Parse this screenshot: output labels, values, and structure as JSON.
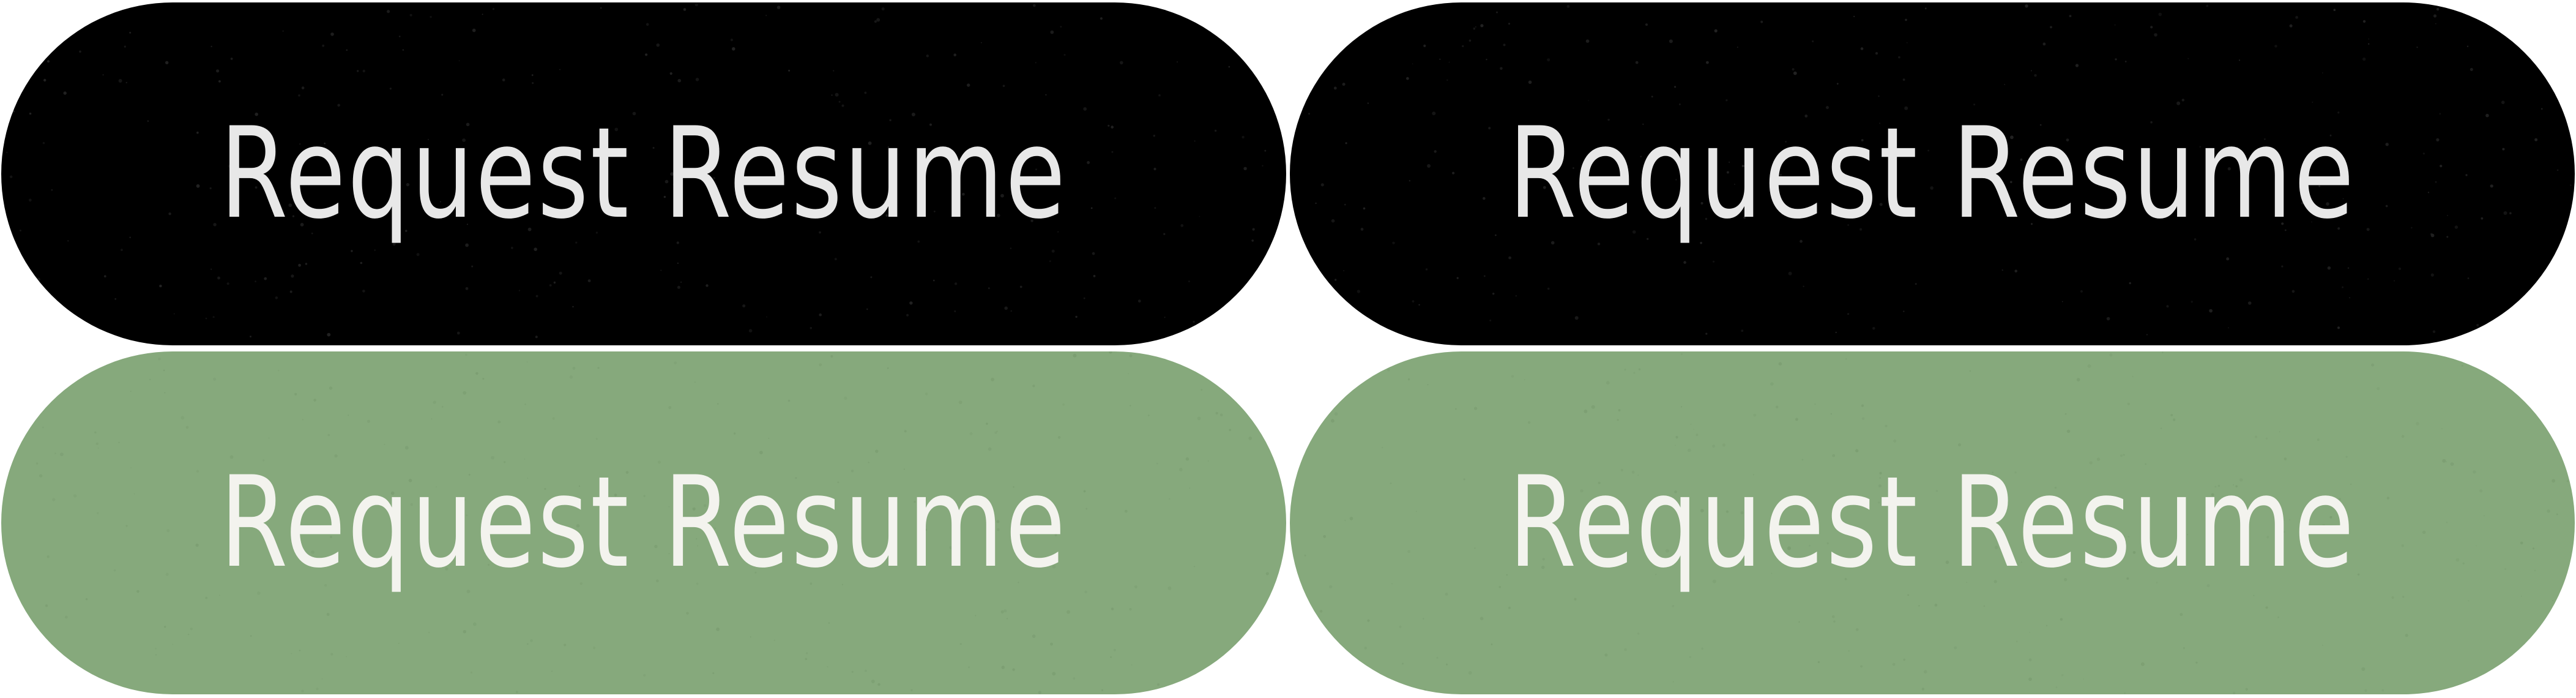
{
  "colors": {
    "dark_bg": "#000000",
    "dark_text": "#e8e8e8",
    "green_bg": "#86a97c",
    "green_text": "#f3f3ee"
  },
  "buttons": [
    {
      "label": "Request Resume",
      "variant": "dark"
    },
    {
      "label": "Request Resume",
      "variant": "dark"
    },
    {
      "label": "Request Resume",
      "variant": "green"
    },
    {
      "label": "Request Resume",
      "variant": "green"
    }
  ]
}
